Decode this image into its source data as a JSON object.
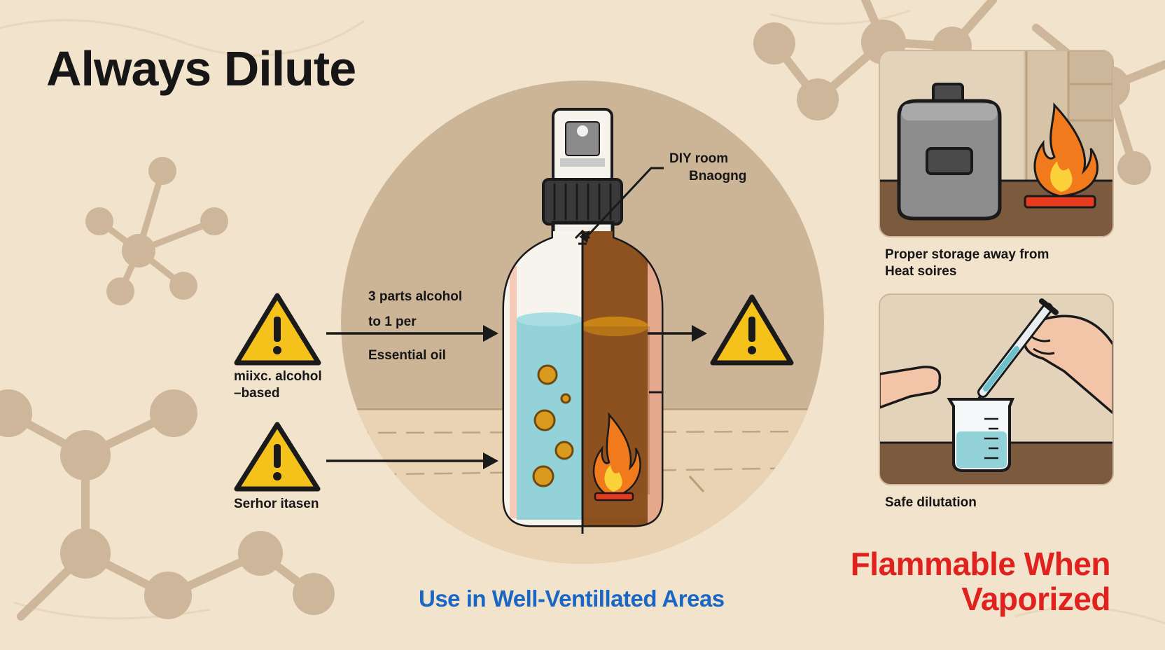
{
  "title": "Always Dilute",
  "labels": {
    "diy_line1": "DIY room",
    "diy_line2": "Bnaogng",
    "ratio_line1": "3 parts alcohol",
    "ratio_line2": "to 1 per",
    "ratio_line3": "Essential oil",
    "warn1_line1": "miixc. alcohol",
    "warn1_line2": "–based",
    "warn2": "Serhor itasen"
  },
  "panels": {
    "storage_line1": "Proper storage away from",
    "storage_line2": "Heat soires",
    "dilution": "Safe dilutation"
  },
  "footer": {
    "ventilated": "Use in Well-Ventillated Areas",
    "flammable_line1": "Flammable When",
    "flammable_line2": "Vaporized"
  },
  "colors": {
    "background": "#f1e3cc",
    "molecule": "#cdb69a",
    "circle": "#ccb497",
    "warning": "#f5c21b",
    "liquid": "#94d2da",
    "oil": "#8a4f1d",
    "flame": "#f07a1c",
    "ventilated_text": "#1a66c4",
    "flammable_text": "#e0211d"
  }
}
